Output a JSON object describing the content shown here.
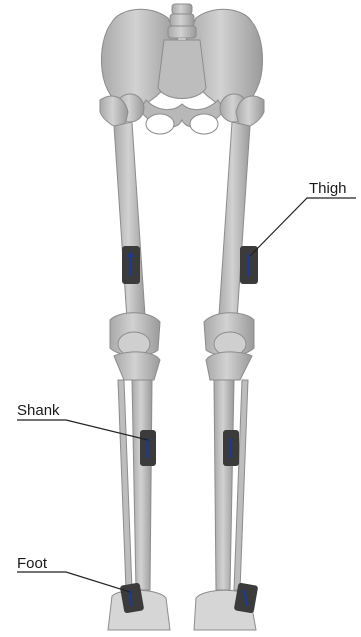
{
  "labels": {
    "thigh": "Thigh",
    "shank": "Shank",
    "foot": "Foot"
  },
  "colors": {
    "bone": "#c9c9c9",
    "bone_shadow": "#9d9d9d",
    "sensor_body": "#3b3b3b",
    "sensor_axis": "#1f3a8a",
    "leader_line": "#222222"
  },
  "icons": {
    "sensor": "imu-sensor-icon",
    "axis": "axis-arrow-icon"
  }
}
